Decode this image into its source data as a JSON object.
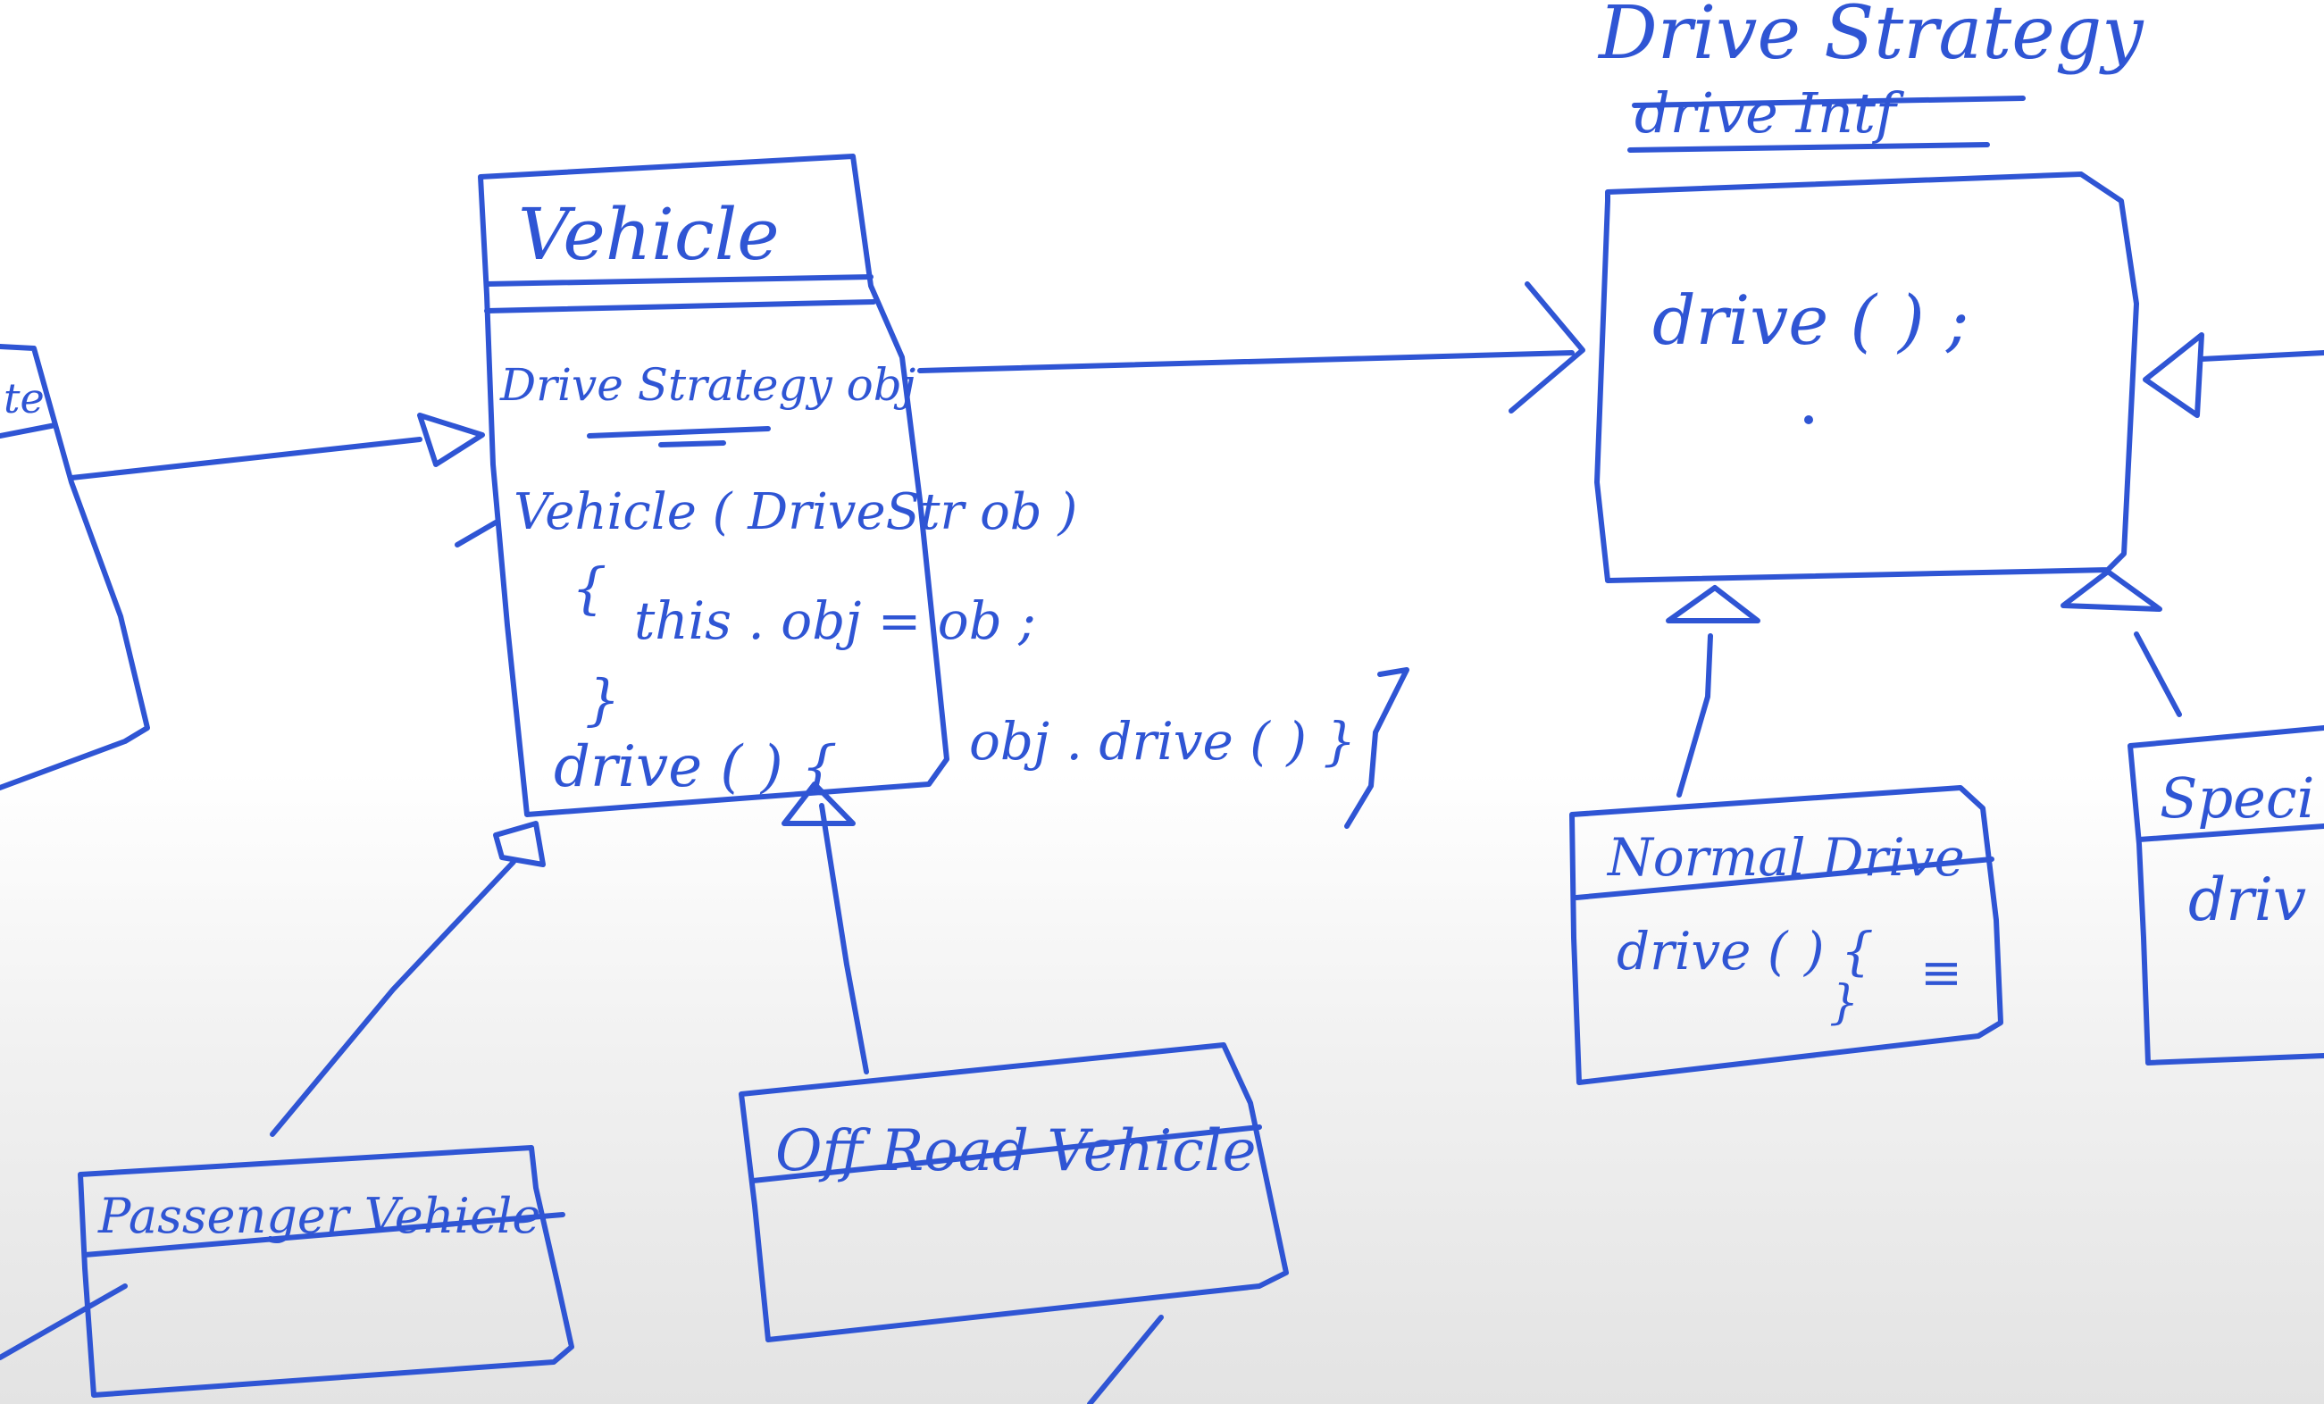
{
  "ink_color": "#2f55d4",
  "interface": {
    "title": "Drive Strategy",
    "subtitle_struck": "drive Intf",
    "method": "drive ( ) ;"
  },
  "vehicle": {
    "name": "Vehicle",
    "field": "Drive Strategy obj",
    "constructor_sig": "Vehicle ( DriveStr ob )",
    "open_brace": "{",
    "constructor_body": "this . obj = ob ;",
    "close_brace": "}",
    "method_sig": "drive ( ) {",
    "method_body": "obj . drive ( ) }"
  },
  "left_partial": {
    "label": "te"
  },
  "passenger": {
    "name": "Passenger Vehicle"
  },
  "offroad": {
    "name": "Off Road Vehicle"
  },
  "normal_drive": {
    "name": "Normal Drive",
    "method": "drive ( ) {",
    "body_mark": "≡",
    "close": "}"
  },
  "special_partial": {
    "name": "Speci",
    "method": "driv"
  }
}
